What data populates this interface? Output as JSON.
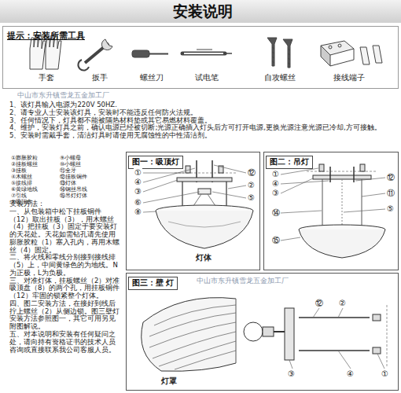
{
  "diagram": {
    "title": "安装说明",
    "nodes": [
      {
        "text": [
          "安装说明"
        ]
      },
      {
        "text": [
          "提示：安装所需工具"
        ]
      },
      {
        "text": [
          "图一：吸顶灯"
        ]
      },
      {
        "text": [
          "图二：吊灯"
        ]
      },
      {
        "text": [
          "图三：壁 灯"
        ]
      }
    ],
    "labels": [
      "手套",
      "扳手",
      "螺丝刀",
      "试电笔",
      "自攻螺丝",
      "接线端子",
      "中山市东升镇雪龙五金加工厂",
      "1、该灯具输入电源为220V 50HZ.",
      "2、请专业人士安装该灯具，安装时不能违反任何防火法规。",
      "3、任何情况下，灯具都不能被隔热材料垫或其它易燃材料覆盖。",
      "4、维护，安装灯具之前，确认电源已经被切断;光源正确插入灯头后方可打开电源,更换光源注意光源已冷却,方可接触。",
      "5、安装时需戴手套，清洁灯具时请使用无腐蚀性的中性清洁剂。",
      "①膨胀胶粒",
      "⑨小螺母",
      "②挂板螺丝",
      "⑩小螺丝",
      "③挂板",
      "⑪全牙",
      "④木螺丝",
      "⑫挂板铜件",
      "⑤接线排",
      "⑬灯体",
      "⑥黄绿地线",
      "⑭钢丝吊线",
      "⑦引线",
      "⑮吊灯灯体",
      "⑧吸顶盘",
      "安装方法：",
      "一、从包装箱中松下挂板铜件（12）取出挂板（3），用木螺丝（4）把挂板（3）固定于要安装灯的天花处。天花如需钻孔请先使用膨胀胶粒（1）塞入孔内，再用木螺丝（4）固定。",
      "二、将火线和零线分别接到接线排（5）上，中间黄绿色的为地线。N为正极，L为负极。",
      "三、对准灯体，挂板螺丝（2）对准吸顶盘（8）的两个孔，用挂板铜件（12）牢固的锁紧整个灯体。",
      "四、图二安装方法，在接好到线后拧上螺丝（2）从侧边锁。图三壁灯安装方法参照图一，其它可用另见附图解说。",
      "五、对本说明和安装有任何疑问之处，请向持有资格证书的技术人员咨询或直接联系我公司客服人员。",
      "灯体",
      "①",
      "④",
      "③",
      "⑥",
      "⑧",
      "⑫",
      "②",
      "⑤",
      "①",
      "④",
      "③",
      "⑭",
      "⑮",
      "⑫",
      "⑪",
      "⑤",
      "中山市东升镇雪龙五金加工厂",
      "灯罩",
      "⑫",
      "②",
      "③",
      "④",
      "①"
    ]
  }
}
